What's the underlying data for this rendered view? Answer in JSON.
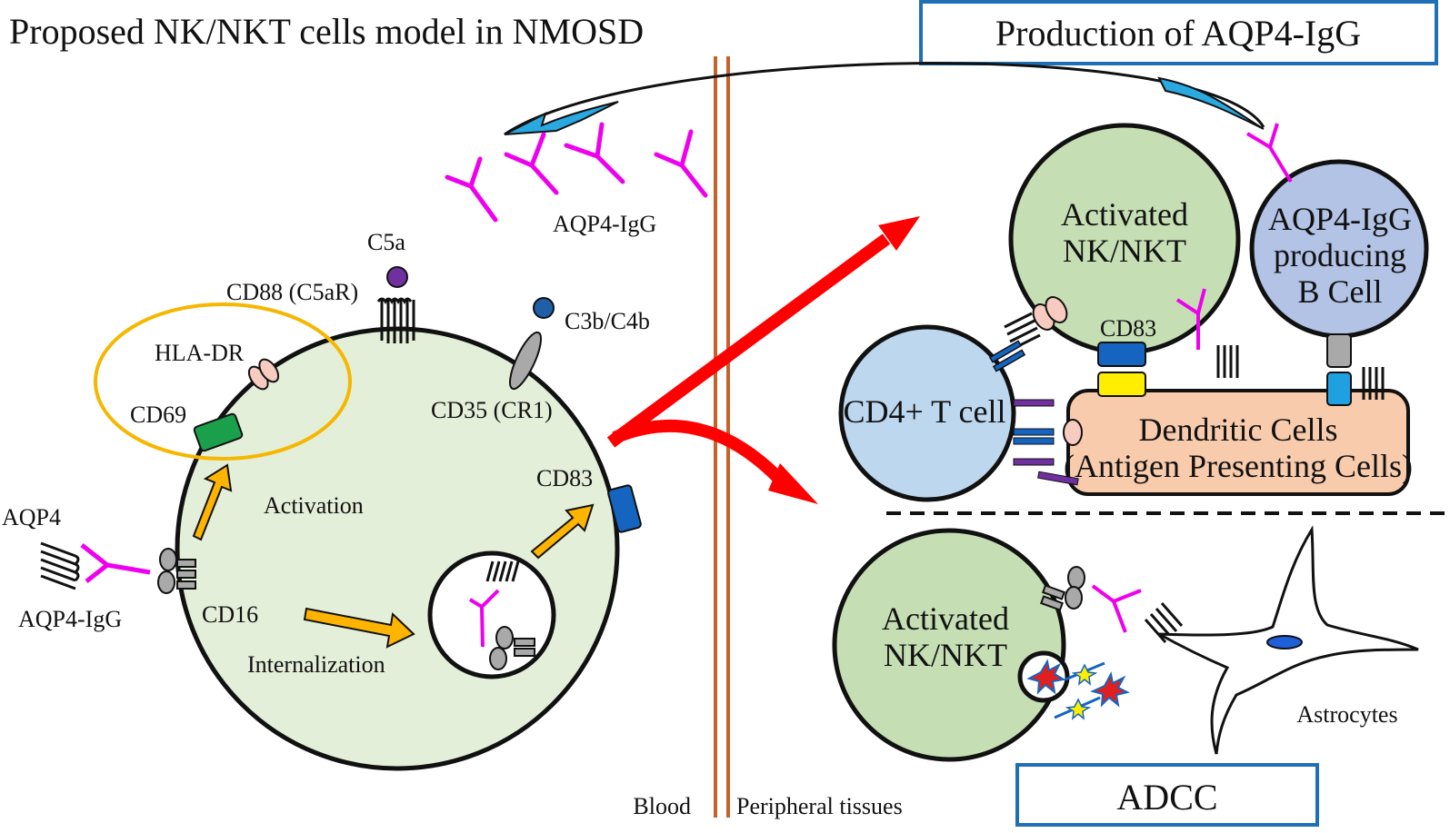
{
  "title": "Proposed NK/NKT cells model in NMOSD",
  "boxes": {
    "production": "Production of AQP4-IgG",
    "adcc": "ADCC"
  },
  "compartments": {
    "blood": "Blood",
    "peripheral": "Peripheral tissues"
  },
  "nk_cell": {
    "labels": {
      "c5a": "C5a",
      "cd88": "CD88 (C5aR)",
      "hla_dr": "HLA-DR",
      "cd69": "CD69",
      "c3b": "C3b/C4b",
      "cd35": "CD35 (CR1)",
      "cd83": "CD83",
      "activation": "Activation",
      "cd16": "CD16",
      "internalization": "Internalization",
      "aqp4": "AQP4",
      "aqp4_igg": "AQP4-IgG",
      "aqp4_igg_free": "AQP4-IgG"
    }
  },
  "production_panel": {
    "activated_nk_line1": "Activated",
    "activated_nk_line2": "NK/NKT",
    "b_cell_line1": "AQP4-IgG",
    "b_cell_line2": "producing",
    "b_cell_line3": "B Cell",
    "cd4_t_cell": "CD4+ T cell",
    "cd83": "CD83",
    "dendritic_line1": "Dendritic Cells",
    "dendritic_line2": "(Antigen Presenting Cells)"
  },
  "adcc_panel": {
    "activated_nk_line1": "Activated",
    "activated_nk_line2": "NK/NKT",
    "astrocytes": "Astrocytes"
  },
  "colors": {
    "cell_fill": "#e3efd9",
    "nk_activated_fill": "#c6deb4",
    "b_cell_fill": "#b3c3e6",
    "t_cell_fill": "#bdd7ee",
    "dc_fill": "#f7cbac",
    "antibody": "#ee00ee",
    "box_border": "#1f6fb6",
    "vessel": "#c5612a",
    "big_arrow": "#ff0000",
    "small_arrow": "#ffb400",
    "cd69": "#1aa04a",
    "cd83": "#1565c0",
    "orange_ring": "#f5b700"
  }
}
